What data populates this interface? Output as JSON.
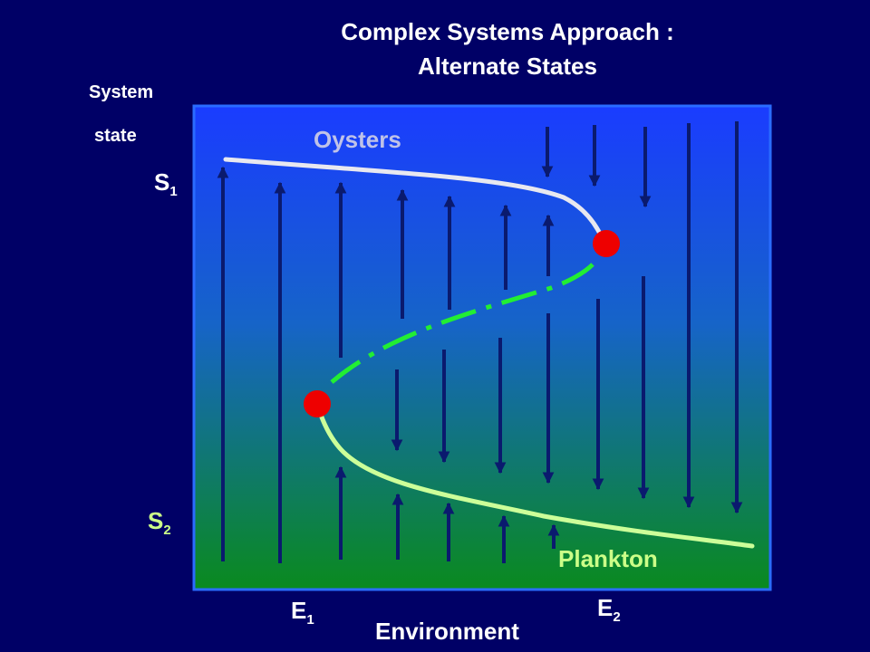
{
  "title_line1": "Complex Systems Approach :",
  "title_line2": "Alternate States",
  "y_axis_label_line1": "System",
  "y_axis_label_line2": "state",
  "x_axis_label": "Environment",
  "state_labels": {
    "s1": {
      "letter": "S",
      "subscript": "1"
    },
    "s2": {
      "letter": "S",
      "subscript": "2"
    }
  },
  "environment_labels": {
    "e1": {
      "letter": "E",
      "subscript": "1"
    },
    "e2": {
      "letter": "E",
      "subscript": "2"
    }
  },
  "curve_labels": {
    "upper": "Oysters",
    "lower": "Plankton"
  },
  "colors": {
    "background": "#000066",
    "panel_top": "#1a3cff",
    "panel_bottom": "#0a8a1e",
    "panel_border": "#2a6cff",
    "arrows": "#0a1a6e",
    "upper_branch": "#e8e8f0",
    "lower_branch": "#ccff99",
    "unstable_branch": "#22ee33",
    "tipping_points": "#ee0000",
    "oysters_label": "#bfc2e8",
    "plankton_label": "#ccff88",
    "s1_label": "#ffffff",
    "s2_label": "#ccff88"
  }
}
